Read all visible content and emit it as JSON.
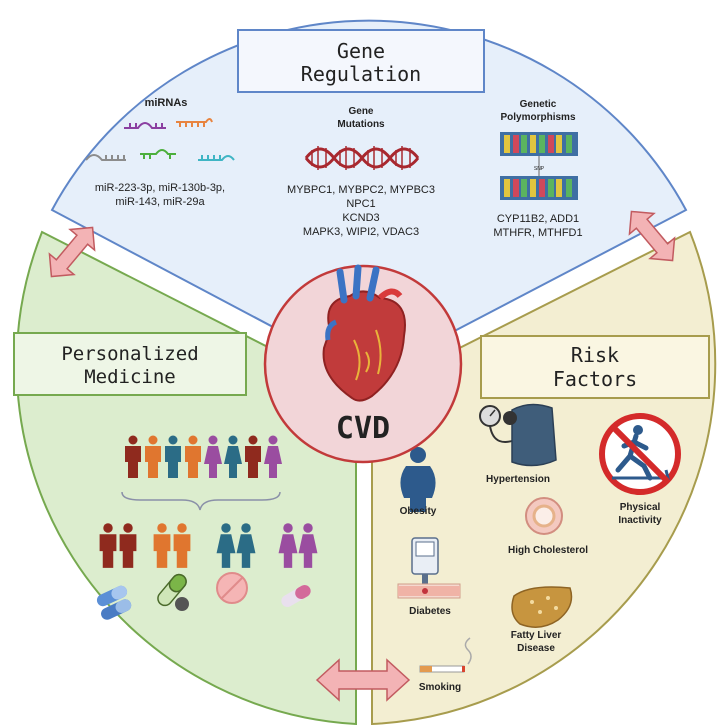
{
  "center": {
    "label": "CVD"
  },
  "gene_regulation": {
    "title_line1": "Gene",
    "title_line2": "Regulation",
    "mirnas": {
      "heading": "miRNAs",
      "line1": "miR-223-3p, miR-130b-3p,",
      "line2": "miR-143, miR-29a"
    },
    "gene_mutations": {
      "heading_line1": "Gene",
      "heading_line2": "Mutations",
      "genes": [
        "MYBPC1, MYBPC2, MYPBC3",
        "NPC1",
        "KCND3",
        "MAPK3, WIPI2, VDAC3"
      ]
    },
    "genetic_polymorphisms": {
      "heading_line1": "Genetic",
      "heading_line2": "Polymorphisms",
      "snp_label": "SNP",
      "line1": "CYP11B2, ADD1",
      "line2": "MTHFR, MTHFD1"
    }
  },
  "personalized_medicine": {
    "title_line1": "Personalized",
    "title_line2": "Medicine"
  },
  "risk_factors": {
    "title_line1": "Risk",
    "title_line2": "Factors",
    "items": {
      "hypertension": "Hypertension",
      "physical_line1": "Physical",
      "physical_line2": "Inactivity",
      "obesity": "Obesity",
      "cholesterol": "High Cholesterol",
      "diabetes": "Diabetes",
      "fatty_line1": "Fatty Liver",
      "fatty_line2": "Disease",
      "smoking": "Smoking"
    }
  },
  "colors": {
    "gene_bg": "#e6effa",
    "medicine_bg": "#dcedce",
    "risk_bg": "#f3eed2",
    "center_bg": "#f2d5d8",
    "border_blue": "#5f86c8",
    "border_green": "#76a94f",
    "border_olive": "#a79c4d",
    "border_red": "#c23a3a",
    "arrow_fill": "#f3b3b5",
    "arrow_stroke": "#c25b60"
  }
}
